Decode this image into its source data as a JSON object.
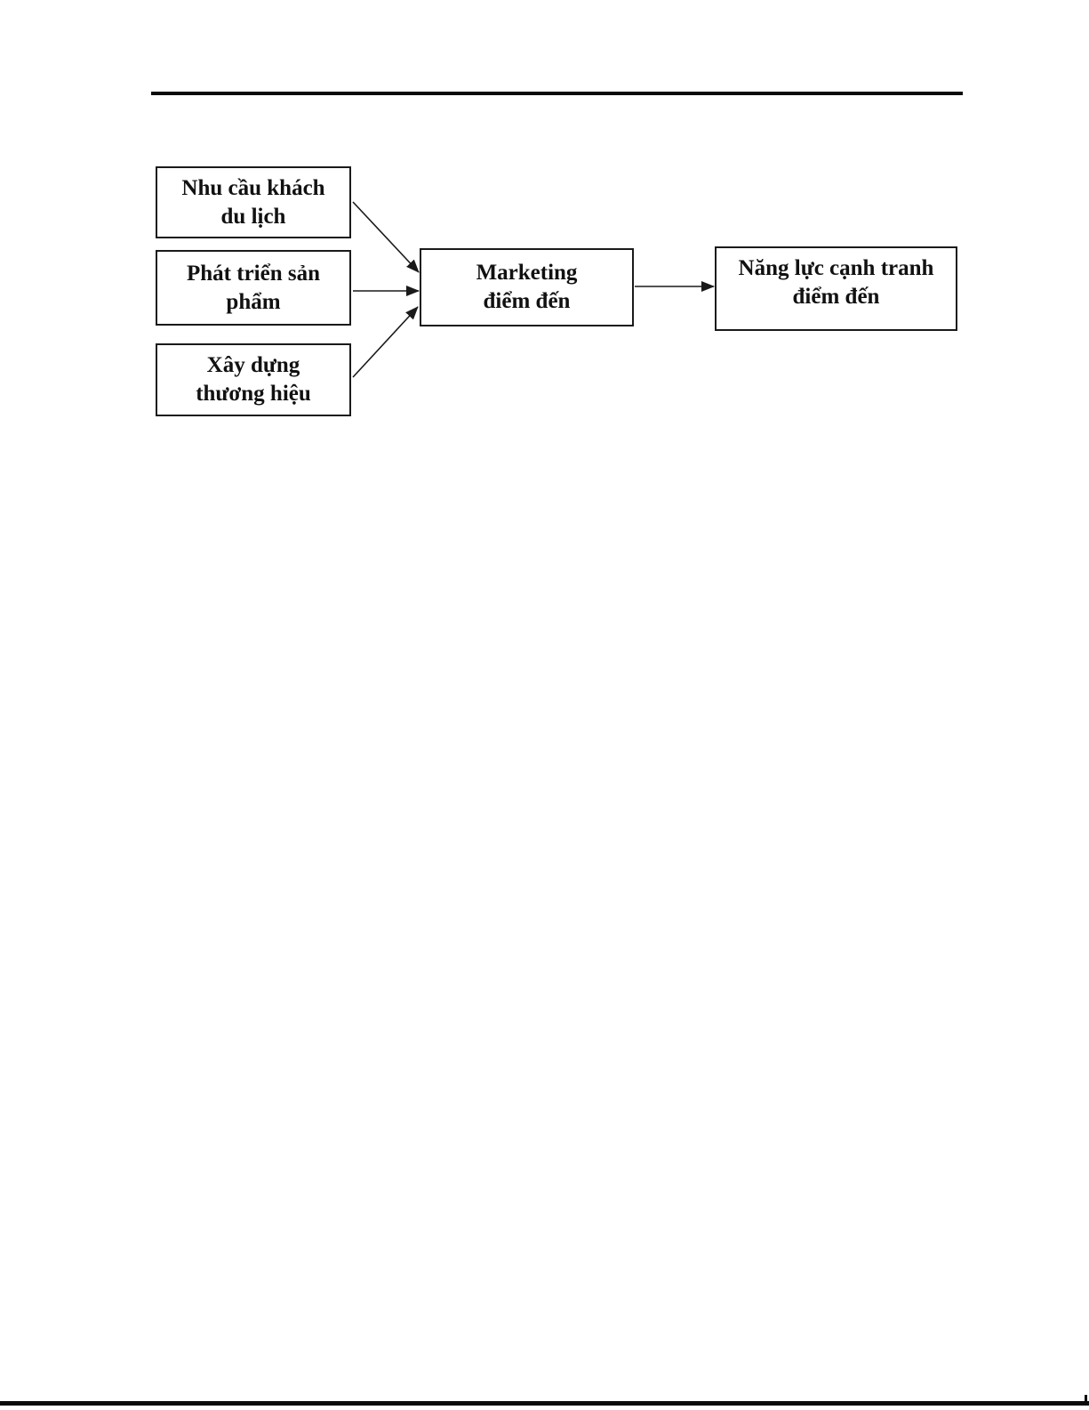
{
  "diagram": {
    "nodes": {
      "tourist_demand": {
        "label": "Nhu cầu khách\ndu lịch"
      },
      "product_development": {
        "label": "Phát triển sản\nphẩm"
      },
      "branding": {
        "label": "Xây dựng\nthương hiệu"
      },
      "destination_marketing": {
        "label": "Marketing\nđiểm đến"
      },
      "destination_competitiveness": {
        "label": "Năng lực cạnh tranh\nđiểm đến"
      }
    },
    "edges": [
      {
        "from": "tourist_demand",
        "to": "destination_marketing"
      },
      {
        "from": "product_development",
        "to": "destination_marketing"
      },
      {
        "from": "branding",
        "to": "destination_marketing"
      },
      {
        "from": "destination_marketing",
        "to": "destination_competitiveness"
      }
    ],
    "colors": {
      "ink": "#111111",
      "border": "#1a1a1a",
      "background": "#ffffff"
    }
  }
}
